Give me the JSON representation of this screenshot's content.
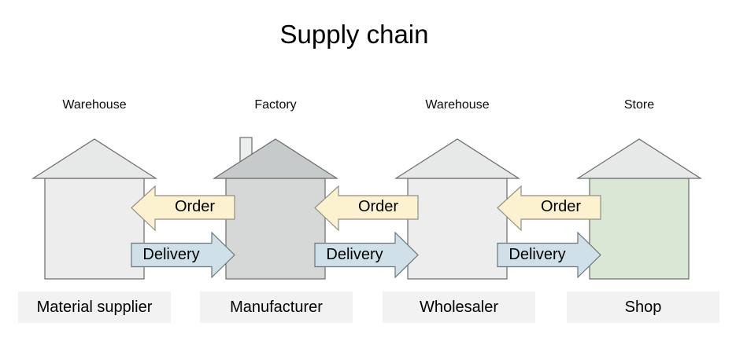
{
  "title": "Supply chain",
  "colors": {
    "background": "#ffffff",
    "building_stroke": "#6b6b6b",
    "order_fill": "#fdf2d0",
    "order_stroke": "#8f8f85",
    "delivery_fill": "#cfe0e9",
    "delivery_stroke": "#6a767c",
    "label_box_bg": "#f2f2f2",
    "text": "#000000"
  },
  "stations": [
    {
      "building_label": "Warehouse",
      "bottom_label": "Material supplier",
      "roof_color": "#e7e8e8",
      "body_color": "#ededed"
    },
    {
      "building_label": "Factory",
      "bottom_label": "Manufacturer",
      "roof_color": "#c7cacb",
      "body_color": "#d6d8d8",
      "chimney_color": "#eceeee"
    },
    {
      "building_label": "Warehouse",
      "bottom_label": "Wholesaler",
      "roof_color": "#e7e8e8",
      "body_color": "#ededed"
    },
    {
      "building_label": "Store",
      "bottom_label": "Shop",
      "roof_color": "#e7e9e9",
      "body_color": "#d9e7d4"
    }
  ],
  "flows": [
    {
      "order_label": "Order",
      "delivery_label": "Delivery"
    },
    {
      "order_label": "Order",
      "delivery_label": "Delivery"
    },
    {
      "order_label": "Order",
      "delivery_label": "Delivery"
    }
  ]
}
